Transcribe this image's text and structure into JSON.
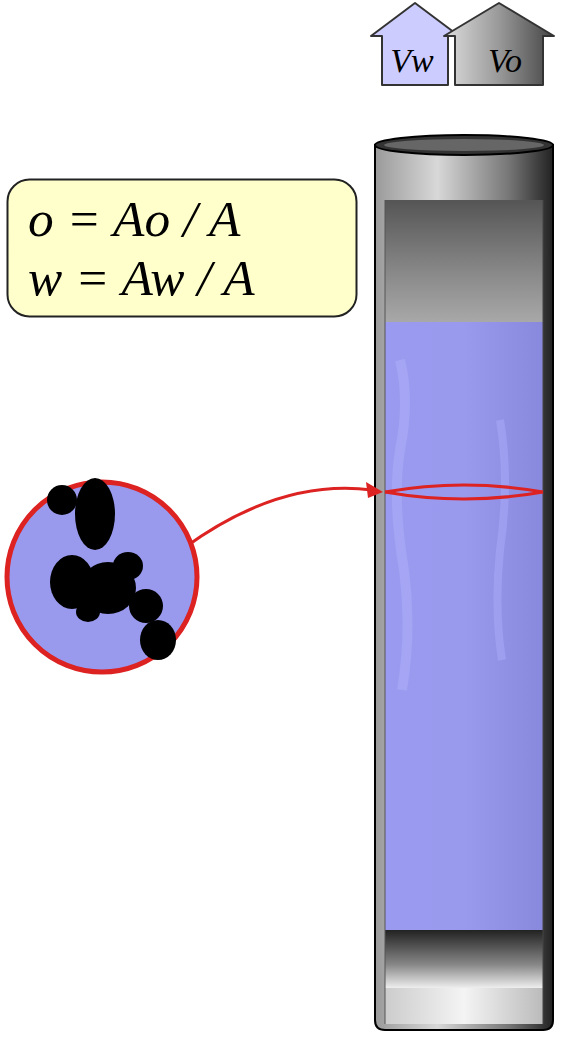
{
  "diagram": {
    "nodes": [
      {
        "text": [
          "o = Ao / A",
          "w = Aw / A"
        ]
      },
      {
        "text": [
          "Vw"
        ]
      },
      {
        "text": [
          "Vo"
        ]
      }
    ]
  }
}
